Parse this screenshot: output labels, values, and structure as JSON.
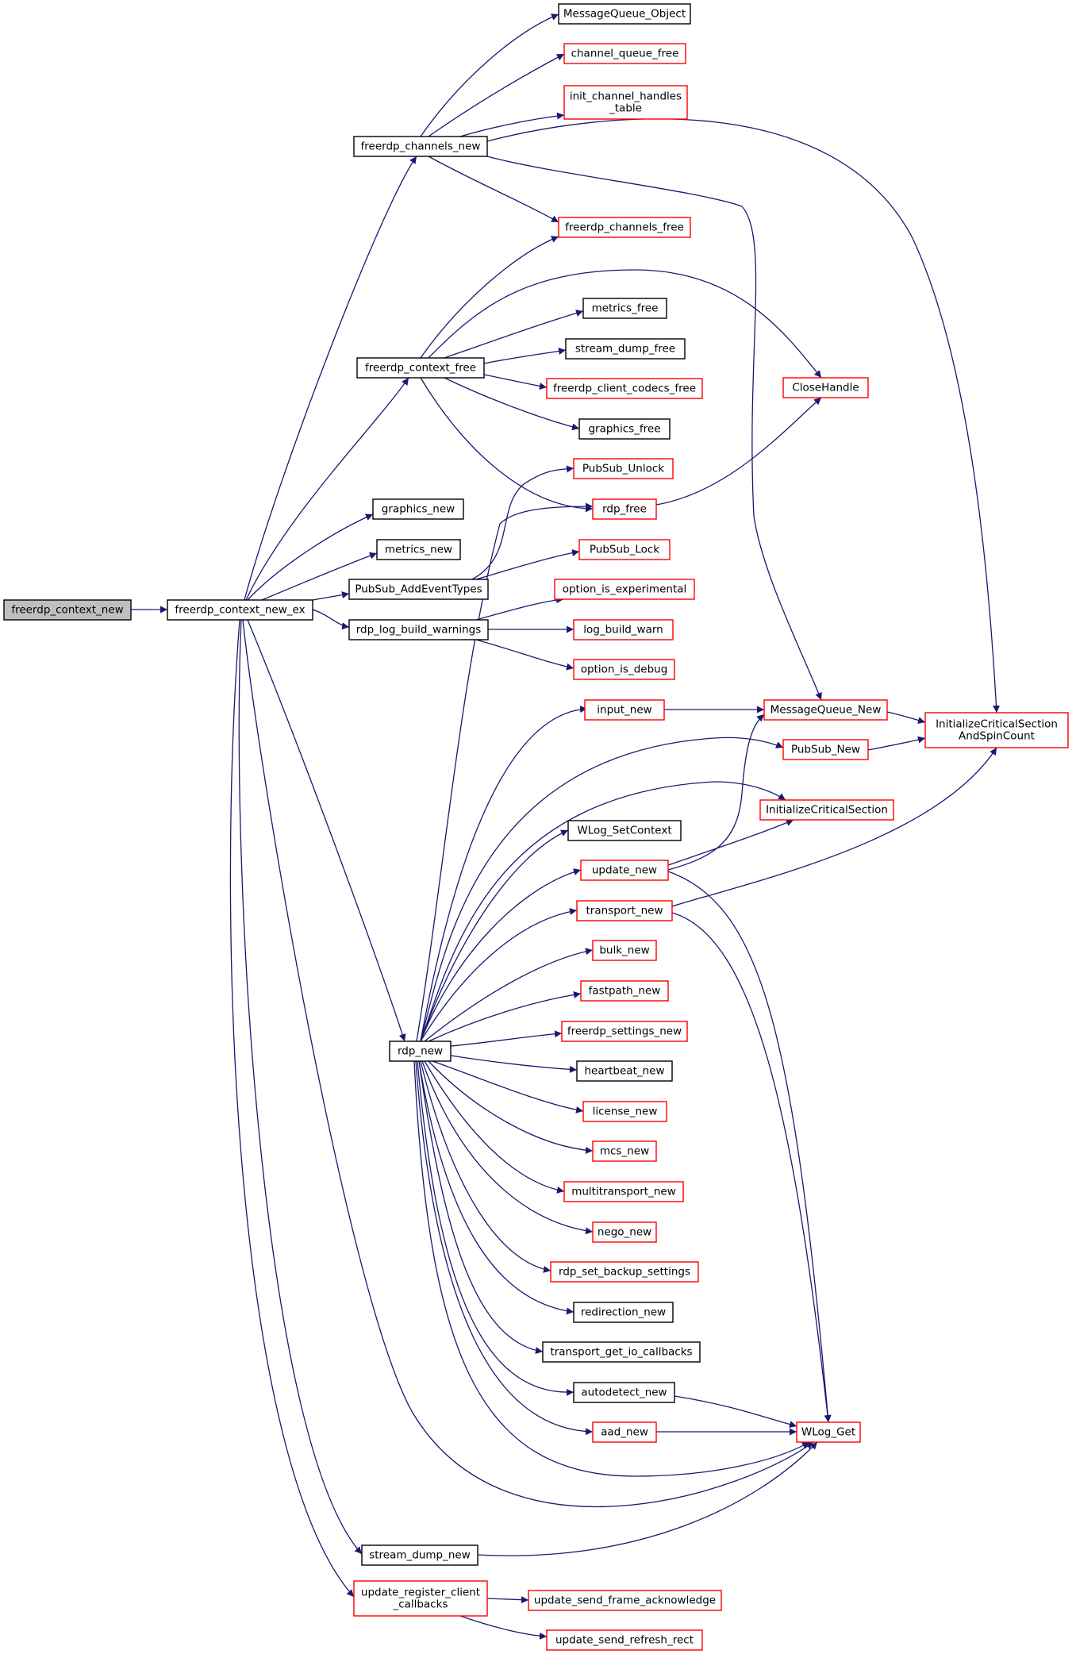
{
  "graph": {
    "nodes": [
      {
        "id": "freerdp_context_new",
        "lines": [
          "freerdp_context_new"
        ],
        "style": "current"
      },
      {
        "id": "freerdp_context_new_ex",
        "lines": [
          "freerdp_context_new_ex"
        ],
        "style": "plain"
      },
      {
        "id": "freerdp_channels_new",
        "lines": [
          "freerdp_channels_new"
        ],
        "style": "plain"
      },
      {
        "id": "freerdp_context_free",
        "lines": [
          "freerdp_context_free"
        ],
        "style": "plain"
      },
      {
        "id": "graphics_new",
        "lines": [
          "graphics_new"
        ],
        "style": "plain"
      },
      {
        "id": "metrics_new",
        "lines": [
          "metrics_new"
        ],
        "style": "plain"
      },
      {
        "id": "PubSub_AddEventTypes",
        "lines": [
          "PubSub_AddEventTypes"
        ],
        "style": "plain"
      },
      {
        "id": "rdp_log_build_warnings",
        "lines": [
          "rdp_log_build_warnings"
        ],
        "style": "plain"
      },
      {
        "id": "rdp_new",
        "lines": [
          "rdp_new"
        ],
        "style": "plain"
      },
      {
        "id": "stream_dump_new",
        "lines": [
          "stream_dump_new"
        ],
        "style": "plain"
      },
      {
        "id": "update_register_client_callbacks",
        "lines": [
          "update_register_client",
          "_callbacks"
        ],
        "style": "red"
      },
      {
        "id": "MessageQueue_Object",
        "lines": [
          "MessageQueue_Object"
        ],
        "style": "plain"
      },
      {
        "id": "channel_queue_free",
        "lines": [
          "channel_queue_free"
        ],
        "style": "red"
      },
      {
        "id": "init_channel_handles_table",
        "lines": [
          "init_channel_handles",
          "_table"
        ],
        "style": "red"
      },
      {
        "id": "freerdp_channels_free",
        "lines": [
          "freerdp_channels_free"
        ],
        "style": "red"
      },
      {
        "id": "metrics_free",
        "lines": [
          "metrics_free"
        ],
        "style": "plain"
      },
      {
        "id": "stream_dump_free",
        "lines": [
          "stream_dump_free"
        ],
        "style": "plain"
      },
      {
        "id": "freerdp_client_codecs_free",
        "lines": [
          "freerdp_client_codecs_free"
        ],
        "style": "red"
      },
      {
        "id": "graphics_free",
        "lines": [
          "graphics_free"
        ],
        "style": "plain"
      },
      {
        "id": "PubSub_Unlock",
        "lines": [
          "PubSub_Unlock"
        ],
        "style": "red"
      },
      {
        "id": "rdp_free",
        "lines": [
          "rdp_free"
        ],
        "style": "red"
      },
      {
        "id": "PubSub_Lock",
        "lines": [
          "PubSub_Lock"
        ],
        "style": "red"
      },
      {
        "id": "option_is_experimental",
        "lines": [
          "option_is_experimental"
        ],
        "style": "red"
      },
      {
        "id": "log_build_warn",
        "lines": [
          "log_build_warn"
        ],
        "style": "red"
      },
      {
        "id": "option_is_debug",
        "lines": [
          "option_is_debug"
        ],
        "style": "red"
      },
      {
        "id": "input_new",
        "lines": [
          "input_new"
        ],
        "style": "red"
      },
      {
        "id": "WLog_SetContext",
        "lines": [
          "WLog_SetContext"
        ],
        "style": "plain"
      },
      {
        "id": "update_new",
        "lines": [
          "update_new"
        ],
        "style": "red"
      },
      {
        "id": "transport_new",
        "lines": [
          "transport_new"
        ],
        "style": "red"
      },
      {
        "id": "bulk_new",
        "lines": [
          "bulk_new"
        ],
        "style": "red"
      },
      {
        "id": "fastpath_new",
        "lines": [
          "fastpath_new"
        ],
        "style": "red"
      },
      {
        "id": "freerdp_settings_new",
        "lines": [
          "freerdp_settings_new"
        ],
        "style": "red"
      },
      {
        "id": "heartbeat_new",
        "lines": [
          "heartbeat_new"
        ],
        "style": "plain"
      },
      {
        "id": "license_new",
        "lines": [
          "license_new"
        ],
        "style": "red"
      },
      {
        "id": "mcs_new",
        "lines": [
          "mcs_new"
        ],
        "style": "red"
      },
      {
        "id": "multitransport_new",
        "lines": [
          "multitransport_new"
        ],
        "style": "red"
      },
      {
        "id": "nego_new",
        "lines": [
          "nego_new"
        ],
        "style": "red"
      },
      {
        "id": "rdp_set_backup_settings",
        "lines": [
          "rdp_set_backup_settings"
        ],
        "style": "red"
      },
      {
        "id": "redirection_new",
        "lines": [
          "redirection_new"
        ],
        "style": "plain"
      },
      {
        "id": "transport_get_io_callbacks",
        "lines": [
          "transport_get_io_callbacks"
        ],
        "style": "plain"
      },
      {
        "id": "autodetect_new",
        "lines": [
          "autodetect_new"
        ],
        "style": "plain"
      },
      {
        "id": "aad_new",
        "lines": [
          "aad_new"
        ],
        "style": "red"
      },
      {
        "id": "update_send_frame_acknowledge",
        "lines": [
          "update_send_frame_acknowledge"
        ],
        "style": "red"
      },
      {
        "id": "update_send_refresh_rect",
        "lines": [
          "update_send_refresh_rect"
        ],
        "style": "red"
      },
      {
        "id": "CloseHandle",
        "lines": [
          "CloseHandle"
        ],
        "style": "red"
      },
      {
        "id": "MessageQueue_New",
        "lines": [
          "MessageQueue_New"
        ],
        "style": "red"
      },
      {
        "id": "PubSub_New",
        "lines": [
          "PubSub_New"
        ],
        "style": "red"
      },
      {
        "id": "InitializeCriticalSection",
        "lines": [
          "InitializeCriticalSection"
        ],
        "style": "red"
      },
      {
        "id": "WLog_Get",
        "lines": [
          "WLog_Get"
        ],
        "style": "red"
      },
      {
        "id": "InitializeCriticalSectionAndSpinCount",
        "lines": [
          "InitializeCriticalSection",
          "AndSpinCount"
        ],
        "style": "red"
      }
    ],
    "edges": [
      [
        "freerdp_context_new",
        "freerdp_context_new_ex"
      ],
      [
        "freerdp_context_new_ex",
        "freerdp_channels_new"
      ],
      [
        "freerdp_context_new_ex",
        "freerdp_context_free"
      ],
      [
        "freerdp_context_new_ex",
        "graphics_new"
      ],
      [
        "freerdp_context_new_ex",
        "metrics_new"
      ],
      [
        "freerdp_context_new_ex",
        "PubSub_AddEventTypes"
      ],
      [
        "freerdp_context_new_ex",
        "rdp_log_build_warnings"
      ],
      [
        "freerdp_context_new_ex",
        "rdp_new"
      ],
      [
        "freerdp_context_new_ex",
        "WLog_Get"
      ],
      [
        "freerdp_context_new_ex",
        "stream_dump_new"
      ],
      [
        "freerdp_context_new_ex",
        "update_register_client_callbacks"
      ],
      [
        "freerdp_channels_new",
        "MessageQueue_Object"
      ],
      [
        "freerdp_channels_new",
        "channel_queue_free"
      ],
      [
        "freerdp_channels_new",
        "init_channel_handles_table"
      ],
      [
        "freerdp_channels_new",
        "freerdp_channels_free"
      ],
      [
        "freerdp_channels_new",
        "InitializeCriticalSectionAndSpinCount"
      ],
      [
        "freerdp_channels_new",
        "MessageQueue_New"
      ],
      [
        "freerdp_context_free",
        "freerdp_channels_free"
      ],
      [
        "freerdp_context_free",
        "CloseHandle"
      ],
      [
        "freerdp_context_free",
        "metrics_free"
      ],
      [
        "freerdp_context_free",
        "stream_dump_free"
      ],
      [
        "freerdp_context_free",
        "freerdp_client_codecs_free"
      ],
      [
        "freerdp_context_free",
        "graphics_free"
      ],
      [
        "freerdp_context_free",
        "rdp_free"
      ],
      [
        "PubSub_AddEventTypes",
        "PubSub_Unlock"
      ],
      [
        "PubSub_AddEventTypes",
        "PubSub_Lock"
      ],
      [
        "rdp_log_build_warnings",
        "option_is_experimental"
      ],
      [
        "rdp_log_build_warnings",
        "log_build_warn"
      ],
      [
        "rdp_log_build_warnings",
        "option_is_debug"
      ],
      [
        "rdp_free",
        "CloseHandle"
      ],
      [
        "rdp_new",
        "rdp_free"
      ],
      [
        "rdp_new",
        "input_new"
      ],
      [
        "rdp_new",
        "PubSub_New"
      ],
      [
        "rdp_new",
        "InitializeCriticalSection"
      ],
      [
        "rdp_new",
        "WLog_SetContext"
      ],
      [
        "rdp_new",
        "update_new"
      ],
      [
        "rdp_new",
        "transport_new"
      ],
      [
        "rdp_new",
        "bulk_new"
      ],
      [
        "rdp_new",
        "fastpath_new"
      ],
      [
        "rdp_new",
        "freerdp_settings_new"
      ],
      [
        "rdp_new",
        "heartbeat_new"
      ],
      [
        "rdp_new",
        "license_new"
      ],
      [
        "rdp_new",
        "mcs_new"
      ],
      [
        "rdp_new",
        "multitransport_new"
      ],
      [
        "rdp_new",
        "nego_new"
      ],
      [
        "rdp_new",
        "rdp_set_backup_settings"
      ],
      [
        "rdp_new",
        "redirection_new"
      ],
      [
        "rdp_new",
        "transport_get_io_callbacks"
      ],
      [
        "rdp_new",
        "autodetect_new"
      ],
      [
        "rdp_new",
        "aad_new"
      ],
      [
        "rdp_new",
        "WLog_Get"
      ],
      [
        "input_new",
        "MessageQueue_New"
      ],
      [
        "update_new",
        "MessageQueue_New"
      ],
      [
        "update_new",
        "InitializeCriticalSection"
      ],
      [
        "update_new",
        "WLog_Get"
      ],
      [
        "transport_new",
        "InitializeCriticalSectionAndSpinCount"
      ],
      [
        "transport_new",
        "WLog_Get"
      ],
      [
        "autodetect_new",
        "WLog_Get"
      ],
      [
        "aad_new",
        "WLog_Get"
      ],
      [
        "MessageQueue_New",
        "InitializeCriticalSectionAndSpinCount"
      ],
      [
        "PubSub_New",
        "InitializeCriticalSectionAndSpinCount"
      ],
      [
        "stream_dump_new",
        "WLog_Get"
      ],
      [
        "update_register_client_callbacks",
        "update_send_frame_acknowledge"
      ],
      [
        "update_register_client_callbacks",
        "update_send_refresh_rect"
      ]
    ]
  },
  "colors": {
    "edge": "#191970",
    "border_plain": "#000000",
    "border_red": "#ff0000",
    "current_fill": "#bfbfbf",
    "node_fill": "#ffffff"
  }
}
